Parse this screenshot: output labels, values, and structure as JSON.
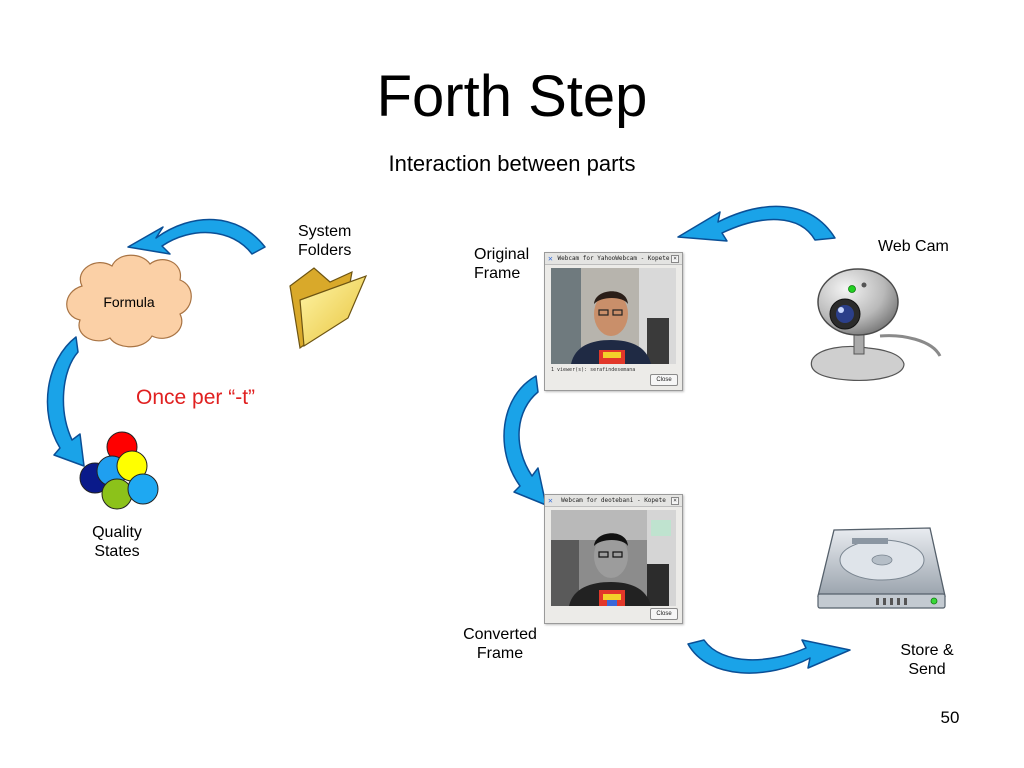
{
  "slide": {
    "title": "Forth Step",
    "subtitle": "Interaction between parts",
    "page_number": "50"
  },
  "labels": {
    "system_folders": [
      "System",
      "Folders"
    ],
    "formula": "Formula",
    "quality_states": [
      "Quality",
      "States"
    ],
    "once_per": "Once per “-t”",
    "original_frame": [
      "Original",
      "Frame"
    ],
    "converted_frame": [
      "Converted",
      "Frame"
    ],
    "web_cam": "Web Cam",
    "store_send": [
      "Store &",
      "Send"
    ]
  },
  "windows": {
    "original": {
      "title": "Webcam for YahooWebcam - Kopete",
      "status": "1 viewer(s): serafindesemana",
      "close_label": "Close"
    },
    "converted": {
      "title": "Webcam for deotebani - Kopete",
      "close_label": "Close"
    }
  },
  "colors": {
    "arrow_fill": "#1aa3e8",
    "arrow_stroke": "#0a4f96",
    "cloud_fill": "#fbd0a6",
    "cloud_stroke": "#a97444",
    "once_per_text": "#e02020",
    "circle_red": "#ff0000",
    "circle_navy": "#0a1a8a",
    "circle_blue": "#1f9ff0",
    "circle_yellow": "#ffff00",
    "circle_green": "#8cc21a",
    "circle_cyan": "#1ea8f2"
  },
  "icons": [
    "folder-icon",
    "webcam-icon",
    "hard-drive-icon",
    "webcam-photo-original",
    "webcam-photo-converted"
  ]
}
